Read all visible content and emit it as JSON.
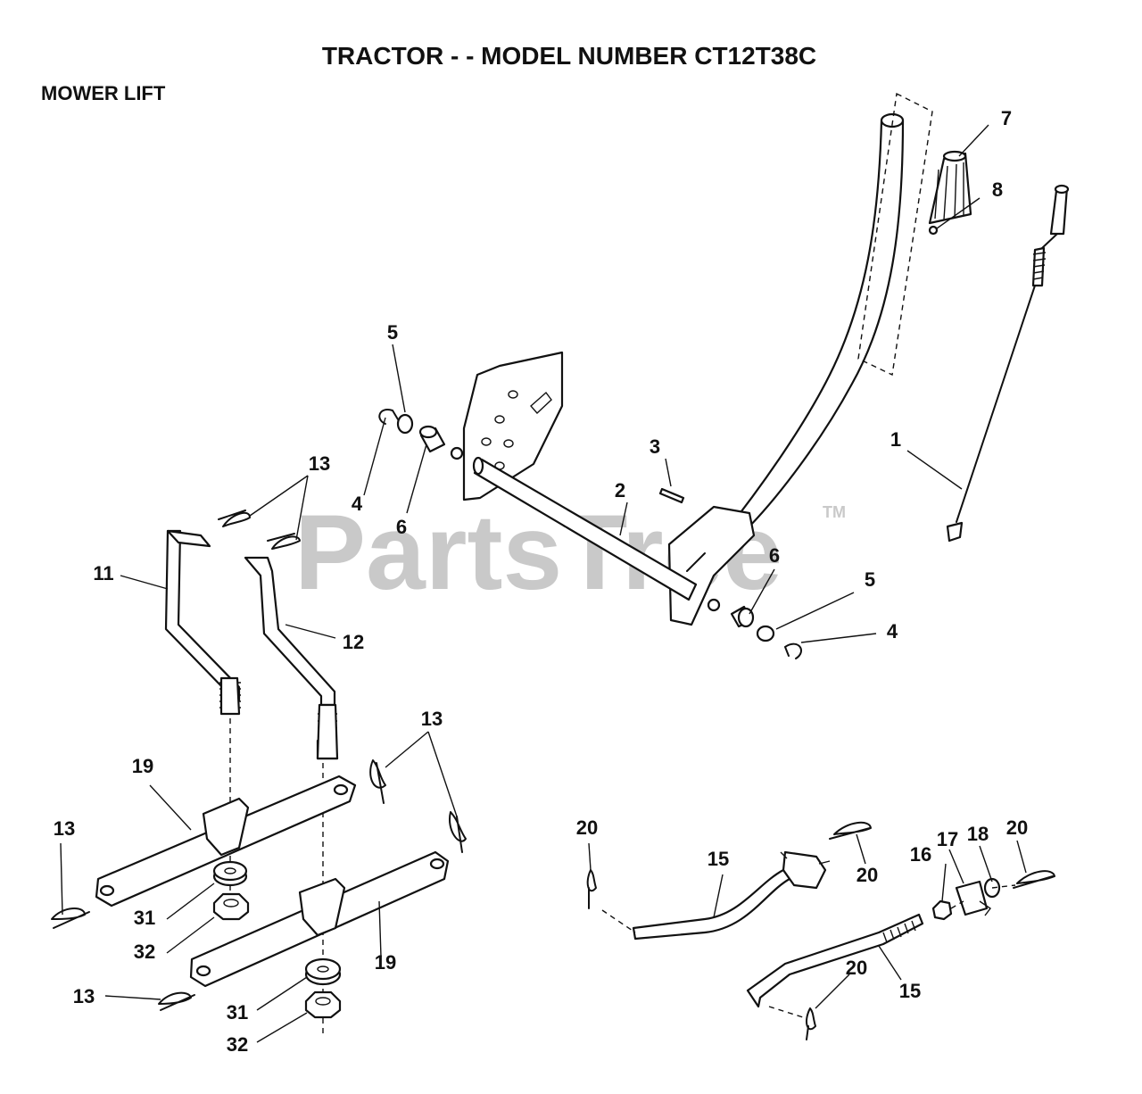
{
  "title": "TRACTOR - - MODEL NUMBER CT12T38C",
  "subtitle": "MOWER LIFT",
  "watermark": "PartsTree",
  "watermark_mark": "TM",
  "callouts": {
    "c1": "1",
    "c2": "2",
    "c3": "3",
    "c4a": "4",
    "c4b": "4",
    "c5a": "5",
    "c5b": "5",
    "c6a": "6",
    "c6b": "6",
    "c7": "7",
    "c8": "8",
    "c11": "11",
    "c12": "12",
    "c13a": "13",
    "c13b": "13",
    "c13c": "13",
    "c13d": "13",
    "c15a": "15",
    "c15b": "15",
    "c16": "16",
    "c17": "17",
    "c18": "18",
    "c19a": "19",
    "c19b": "19",
    "c20a": "20",
    "c20b": "20",
    "c20c": "20",
    "c20d": "20",
    "c31a": "31",
    "c31b": "31",
    "c32a": "32",
    "c32b": "32"
  }
}
